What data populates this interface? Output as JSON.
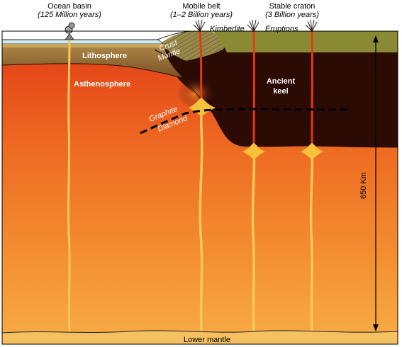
{
  "regions": {
    "ocean_basin": {
      "title": "Ocean basin",
      "age": "(125 Million years)"
    },
    "mobile_belt": {
      "title": "Mobile belt",
      "age": "(1–2 Billion years)"
    },
    "stable_craton": {
      "title": "Stable craton",
      "age": "(3 Billion years)"
    }
  },
  "labels": {
    "kimberlite": "Kimberlite",
    "eruptions": "Eruptions",
    "crust": "Crust",
    "mantle": "Mantle",
    "lithosphere": "Lithosphere",
    "asthenosphere": "Asthenosphere",
    "ancient_keel_1": "Ancient",
    "ancient_keel_2": "keel",
    "graphite": "Graphite",
    "diamond": "Diamond",
    "depth": "650 Km",
    "lower_mantle": "Lower mantle"
  },
  "colors": {
    "ocean": "#cfe9ee",
    "crust": "#8a8a3a",
    "lithosphere": "#8a6a3a",
    "keel": "#2a0a04",
    "asthenosphere_top": "#e8451a",
    "asthenosphere_bottom": "#f6a03a",
    "magma": "#f7c23a"
  }
}
